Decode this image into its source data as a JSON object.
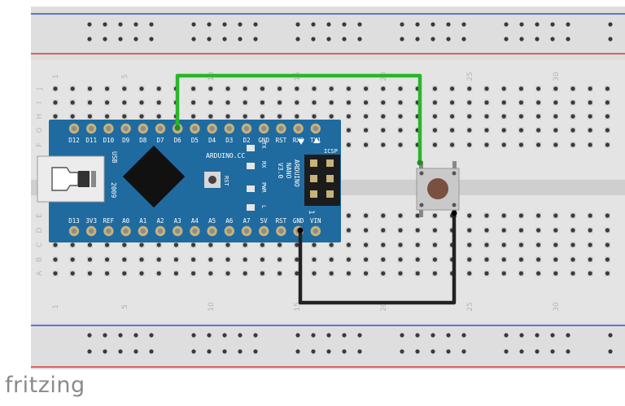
{
  "breadboard": {
    "column_numbers": [
      "1",
      "5",
      "10",
      "15",
      "20",
      "25",
      "30"
    ],
    "row_letters": [
      "J",
      "I",
      "H",
      "G",
      "F",
      "E",
      "D",
      "C",
      "B",
      "A"
    ]
  },
  "arduino": {
    "top_pins": [
      "D12",
      "D11",
      "D10",
      "D9",
      "D8",
      "D7",
      "D6",
      "D5",
      "D4",
      "D3",
      "D2",
      "GND",
      "RST",
      "RX0",
      "TX1"
    ],
    "bottom_pins": [
      "D13",
      "3V3",
      "REF",
      "A0",
      "A1",
      "A2",
      "A3",
      "A4",
      "A5",
      "A6",
      "A7",
      "5V",
      "RST",
      "GND",
      "VIN"
    ],
    "brand": "ARDUINO.CC",
    "title_lines": [
      "ARDUINO",
      "NANO",
      "V3.0"
    ],
    "year": "2009",
    "usb_label": "USB",
    "icsp_label": "ICSP",
    "rst_label": "RST",
    "icsp_pin1": "1",
    "led_labels": [
      "TX",
      "RX",
      "PWR",
      "L"
    ]
  },
  "logo": "fritzing",
  "colors": {
    "board": "#1f6ba0",
    "green_wire": "#2ab52a",
    "black_wire": "#222222",
    "rail_red": "#d33",
    "rail_blue": "#34c"
  }
}
